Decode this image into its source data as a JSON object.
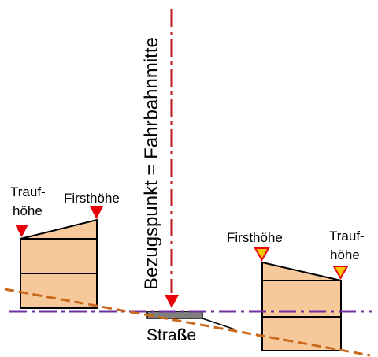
{
  "diagram": {
    "vertical_label": "Bezugspunkt = Fahrbahnmitte",
    "road_label_prefix": "Stra",
    "road_label_bold": "ß",
    "road_label_suffix": "e",
    "left_building": {
      "eave_label_line1": "Trauf-",
      "eave_label_line2": "höhe",
      "ridge_label": "Firsthöhe",
      "marker_color": "#e8000b"
    },
    "right_building": {
      "ridge_label": "Firsthöhe",
      "eave_label_line1": "Trauf-",
      "eave_label_line2": "höhe",
      "marker_color": "#f7c600"
    },
    "colors": {
      "building_fill": "#f6c89a",
      "centerline": "#c0161b",
      "reference_line": "#7030a0",
      "terrain_line": "#c8691e",
      "road": "#7f7f7f",
      "reference_marker": "#e8000b"
    }
  }
}
